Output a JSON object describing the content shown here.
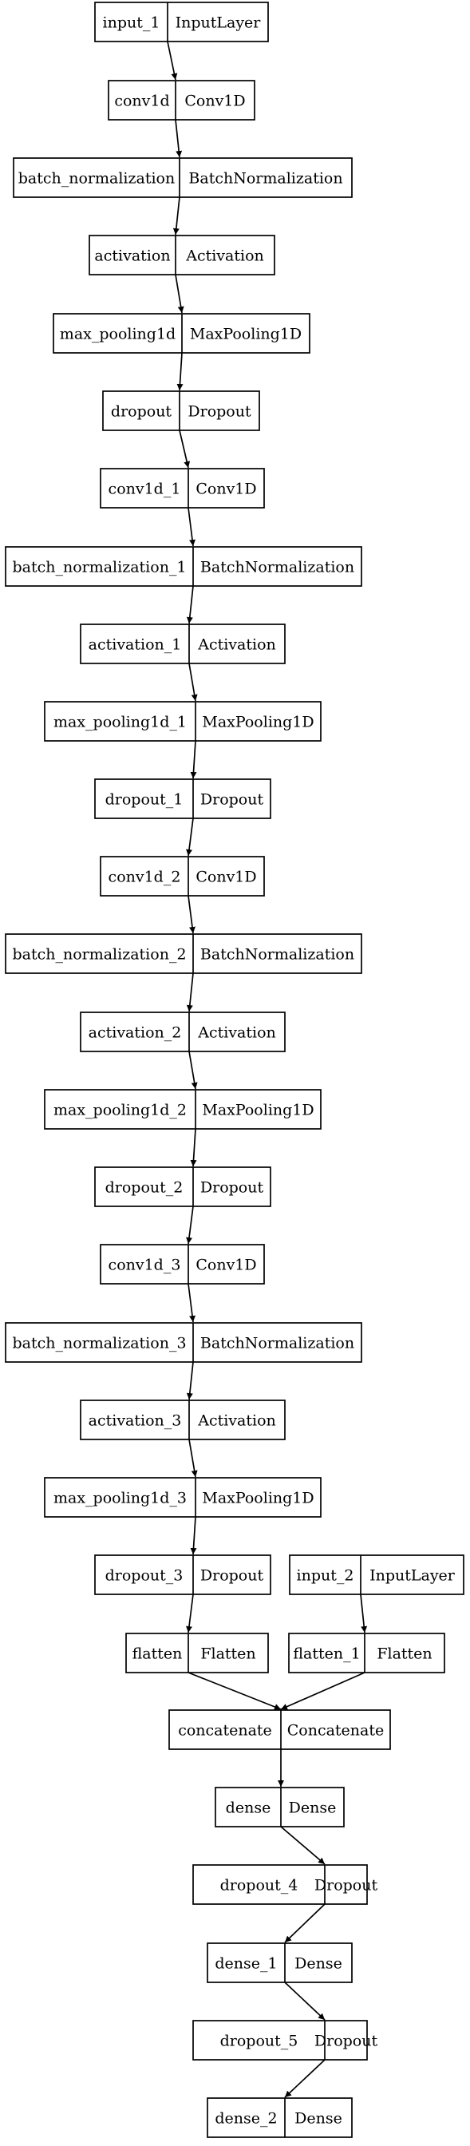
{
  "nodes": [
    {
      "id": "input_1",
      "name": "input_1",
      "type": "InputLayer"
    },
    {
      "id": "conv1d",
      "name": "conv1d",
      "type": "Conv1D"
    },
    {
      "id": "batch_normalization",
      "name": "batch_normalization",
      "type": "BatchNormalization"
    },
    {
      "id": "activation",
      "name": "activation",
      "type": "Activation"
    },
    {
      "id": "max_pooling1d",
      "name": "max_pooling1d",
      "type": "MaxPooling1D"
    },
    {
      "id": "dropout",
      "name": "dropout",
      "type": "Dropout"
    },
    {
      "id": "conv1d_1",
      "name": "conv1d_1",
      "type": "Conv1D"
    },
    {
      "id": "batch_normalization_1",
      "name": "batch_normalization_1",
      "type": "BatchNormalization"
    },
    {
      "id": "activation_1",
      "name": "activation_1",
      "type": "Activation"
    },
    {
      "id": "max_pooling1d_1",
      "name": "max_pooling1d_1",
      "type": "MaxPooling1D"
    },
    {
      "id": "dropout_1",
      "name": "dropout_1",
      "type": "Dropout"
    },
    {
      "id": "conv1d_2",
      "name": "conv1d_2",
      "type": "Conv1D"
    },
    {
      "id": "batch_normalization_2",
      "name": "batch_normalization_2",
      "type": "BatchNormalization"
    },
    {
      "id": "activation_2",
      "name": "activation_2",
      "type": "Activation"
    },
    {
      "id": "max_pooling1d_2",
      "name": "max_pooling1d_2",
      "type": "MaxPooling1D"
    },
    {
      "id": "dropout_2",
      "name": "dropout_2",
      "type": "Dropout"
    },
    {
      "id": "conv1d_3",
      "name": "conv1d_3",
      "type": "Conv1D"
    },
    {
      "id": "batch_normalization_3",
      "name": "batch_normalization_3",
      "type": "BatchNormalization"
    },
    {
      "id": "activation_3",
      "name": "activation_3",
      "type": "Activation"
    },
    {
      "id": "max_pooling1d_3",
      "name": "max_pooling1d_3",
      "type": "MaxPooling1D"
    },
    {
      "id": "dropout_3",
      "name": "dropout_3",
      "type": "Dropout"
    },
    {
      "id": "input_2",
      "name": "input_2",
      "type": "InputLayer"
    },
    {
      "id": "flatten",
      "name": "flatten",
      "type": "Flatten"
    },
    {
      "id": "flatten_1",
      "name": "flatten_1",
      "type": "Flatten"
    },
    {
      "id": "concatenate",
      "name": "concatenate",
      "type": "Concatenate"
    },
    {
      "id": "dense",
      "name": "dense",
      "type": "Dense"
    },
    {
      "id": "dropout_4",
      "name": "dropout_4",
      "type": "Dropout"
    },
    {
      "id": "dense_1",
      "name": "dense_1",
      "type": "Dense"
    },
    {
      "id": "dropout_5",
      "name": "dropout_5",
      "type": "Dropout"
    },
    {
      "id": "dense_2",
      "name": "dense_2",
      "type": "Dense"
    }
  ],
  "edges": [
    [
      "input_1",
      "conv1d"
    ],
    [
      "conv1d",
      "batch_normalization"
    ],
    [
      "batch_normalization",
      "activation"
    ],
    [
      "activation",
      "max_pooling1d"
    ],
    [
      "max_pooling1d",
      "dropout"
    ],
    [
      "dropout",
      "conv1d_1"
    ],
    [
      "conv1d_1",
      "batch_normalization_1"
    ],
    [
      "batch_normalization_1",
      "activation_1"
    ],
    [
      "activation_1",
      "max_pooling1d_1"
    ],
    [
      "max_pooling1d_1",
      "dropout_1"
    ],
    [
      "dropout_1",
      "conv1d_2"
    ],
    [
      "conv1d_2",
      "batch_normalization_2"
    ],
    [
      "batch_normalization_2",
      "activation_2"
    ],
    [
      "activation_2",
      "max_pooling1d_2"
    ],
    [
      "max_pooling1d_2",
      "dropout_2"
    ],
    [
      "dropout_2",
      "conv1d_3"
    ],
    [
      "conv1d_3",
      "batch_normalization_3"
    ],
    [
      "batch_normalization_3",
      "activation_3"
    ],
    [
      "activation_3",
      "max_pooling1d_3"
    ],
    [
      "max_pooling1d_3",
      "dropout_3"
    ],
    [
      "dropout_3",
      "flatten"
    ],
    [
      "input_2",
      "flatten_1"
    ],
    [
      "flatten",
      "concatenate"
    ],
    [
      "flatten_1",
      "concatenate"
    ],
    [
      "concatenate",
      "dense"
    ],
    [
      "dense",
      "dropout_4"
    ],
    [
      "dropout_4",
      "dense_1"
    ],
    [
      "dense_1",
      "dropout_5"
    ],
    [
      "dropout_5",
      "dense_2"
    ]
  ]
}
